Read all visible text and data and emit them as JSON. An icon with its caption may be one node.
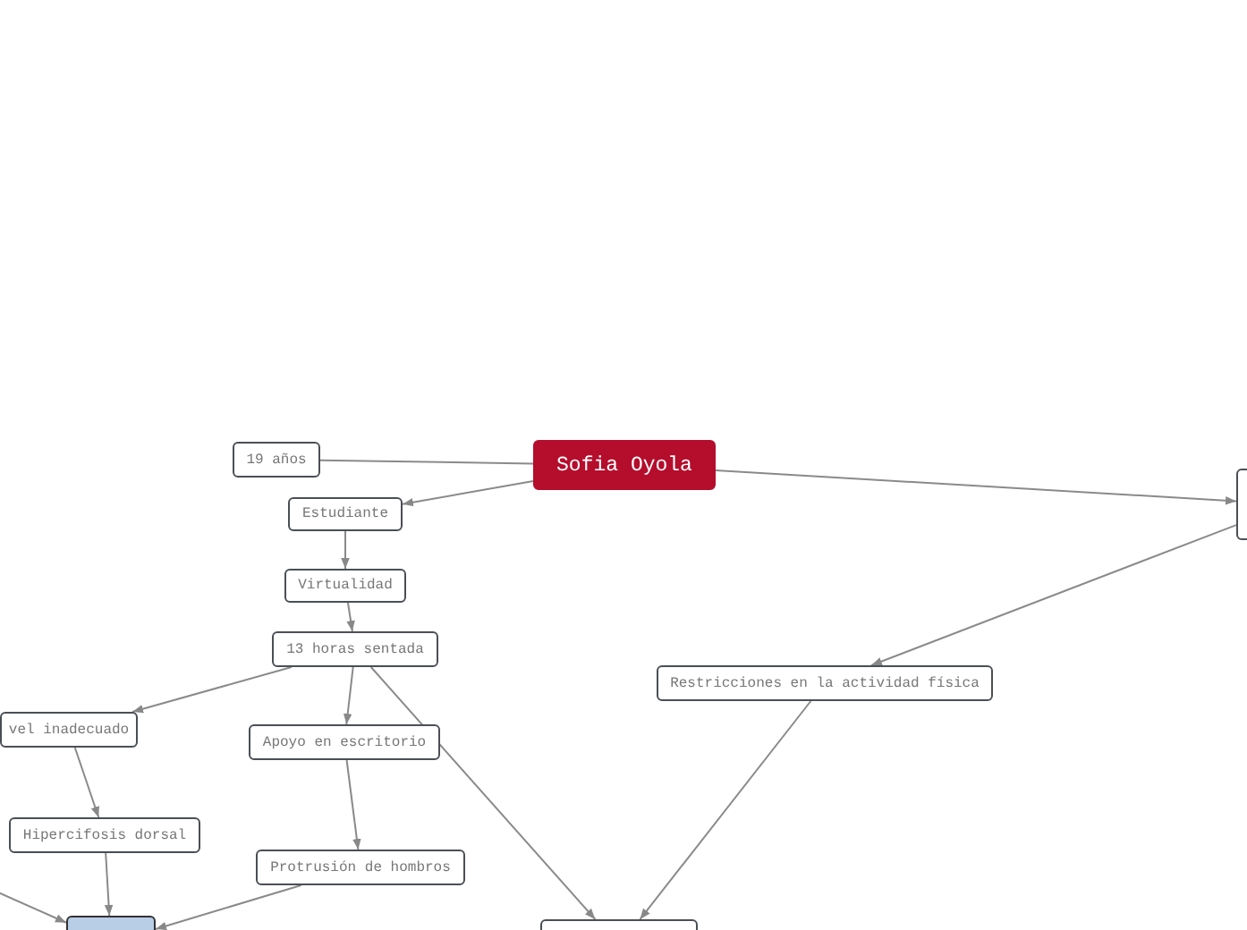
{
  "diagram": {
    "nodes": [
      {
        "text": [
          "Sofia Oyola"
        ]
      },
      {
        "text": [
          "19 años"
        ]
      },
      {
        "text": [
          "Estudiante"
        ]
      },
      {
        "text": [
          "Virtualidad"
        ]
      },
      {
        "text": [
          "13 horas sentada"
        ]
      },
      {
        "text": [
          "vel inadecuado"
        ]
      },
      {
        "text": [
          "Apoyo en escritorio"
        ]
      },
      {
        "text": [
          "Hipercifosis dorsal"
        ]
      },
      {
        "text": [
          "Protrusión de hombros"
        ]
      },
      {
        "text": [
          "Restricciones en la actividad física"
        ]
      },
      {
        "text": [],
        "shape": "box"
      },
      {
        "text": [],
        "shape": "box"
      },
      {
        "text": [],
        "shape": "box"
      }
    ],
    "edges": [
      {
        "from": 0,
        "to": 1,
        "arrow": "none"
      },
      {
        "from": 0,
        "to": 2,
        "arrow": "to"
      },
      {
        "from": 2,
        "to": 3,
        "arrow": "to"
      },
      {
        "from": 3,
        "to": 4,
        "arrow": "to"
      },
      {
        "from": 4,
        "to": 5,
        "arrow": "to"
      },
      {
        "from": 4,
        "to": 6,
        "arrow": "to"
      },
      {
        "from": 4,
        "to": 12,
        "arrow": "to"
      },
      {
        "from": 5,
        "to": 7,
        "arrow": "to"
      },
      {
        "from": 6,
        "to": 8,
        "arrow": "to"
      },
      {
        "from": 7,
        "to": 11,
        "arrow": "to"
      },
      {
        "from": 8,
        "to": 11,
        "arrow": "to"
      },
      {
        "from": null,
        "to": 11,
        "arrow": "to"
      },
      {
        "from": 0,
        "to": 10,
        "arrow": "to"
      },
      {
        "from": 10,
        "to": 9,
        "arrow": "to"
      },
      {
        "from": 9,
        "to": 12,
        "arrow": "to"
      }
    ]
  }
}
